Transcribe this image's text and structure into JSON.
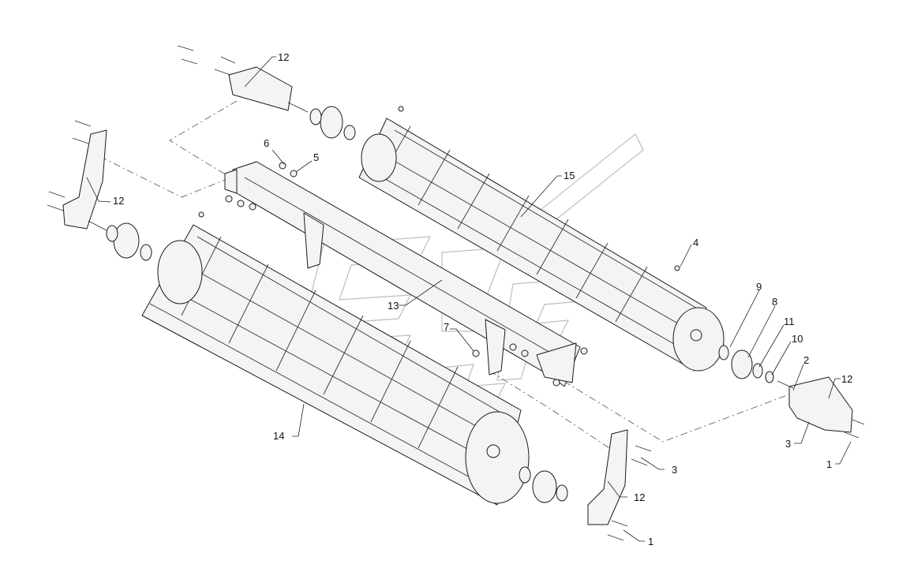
{
  "callouts": [
    {
      "id": "c12a",
      "text": "12"
    },
    {
      "id": "c6",
      "text": "6"
    },
    {
      "id": "c5",
      "text": "5"
    },
    {
      "id": "c12b",
      "text": "12"
    },
    {
      "id": "c15",
      "text": "15"
    },
    {
      "id": "c4",
      "text": "4"
    },
    {
      "id": "c13",
      "text": "13"
    },
    {
      "id": "c9",
      "text": "9"
    },
    {
      "id": "c8",
      "text": "8"
    },
    {
      "id": "c11",
      "text": "11"
    },
    {
      "id": "c10",
      "text": "10"
    },
    {
      "id": "c7",
      "text": "7"
    },
    {
      "id": "c2",
      "text": "2"
    },
    {
      "id": "c12c",
      "text": "12"
    },
    {
      "id": "c3a",
      "text": "3"
    },
    {
      "id": "c1a",
      "text": "1"
    },
    {
      "id": "c14",
      "text": "14"
    },
    {
      "id": "c3b",
      "text": "3"
    },
    {
      "id": "c12d",
      "text": "12"
    },
    {
      "id": "c1b",
      "text": "1"
    }
  ],
  "colors": {
    "line": "#1a1a1a",
    "fill": "#f4f4f4",
    "watermark": "#bdbdbd"
  }
}
